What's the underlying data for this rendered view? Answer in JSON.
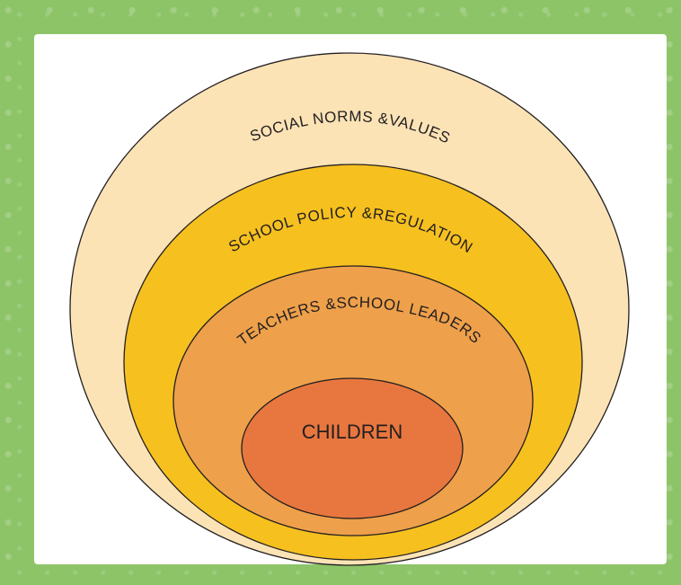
{
  "diagram": {
    "layers": [
      {
        "id": "social",
        "label": "SOCIAL NORMS &VALUES",
        "fill": "#fbe3b6"
      },
      {
        "id": "policy",
        "label": "SCHOOL POLICY &REGULATION",
        "fill": "#f6c01f"
      },
      {
        "id": "teachers",
        "label": "TEACHERS &SCHOOL LEADERS",
        "fill": "#eea04a"
      },
      {
        "id": "children",
        "label": "CHILDREN",
        "fill": "#e8773f"
      }
    ]
  },
  "colors": {
    "frame": "#8dc468",
    "card": "#ffffff",
    "stroke": "#231f20"
  }
}
